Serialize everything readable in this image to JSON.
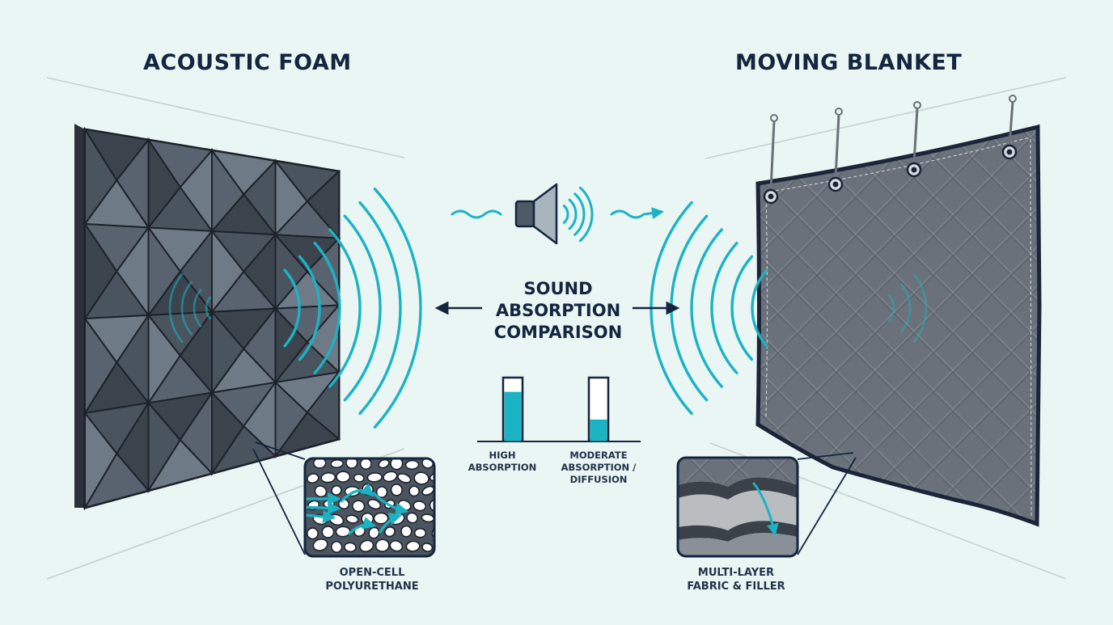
{
  "titles": {
    "left": "ACOUSTIC FOAM",
    "right": "MOVING BLANKET"
  },
  "center_label": [
    "SOUND",
    "ABSORPTION",
    "COMPARISON"
  ],
  "gauges": {
    "high": {
      "label": [
        "HIGH",
        "ABSORPTION"
      ],
      "fill": 0.8
    },
    "moderate": {
      "label": [
        "MODERATE",
        "ABSORPTION /",
        "DIFFUSION"
      ],
      "fill": 0.35
    }
  },
  "insets": {
    "foam": [
      "OPEN-CELL",
      "POLYURETHANE"
    ],
    "blanket": [
      "MULTI-LAYER",
      "FABRIC & FILLER"
    ]
  },
  "icons": {
    "speaker": "speaker-icon",
    "foam_texture": "open-cell-foam-texture-icon",
    "blanket_layers": "multi-layer-fabric-icon"
  },
  "colors": {
    "background": "#eaf6f3",
    "wave": "#1bb3c4",
    "text": "#14253f",
    "foam": "#4a5561",
    "blanket": "#666d76"
  }
}
